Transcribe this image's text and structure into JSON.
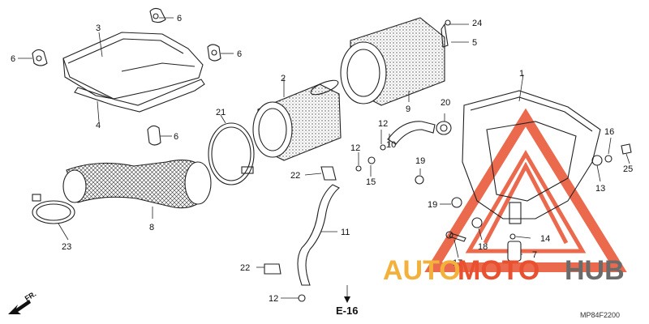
{
  "diagram": {
    "callouts": [
      "1",
      "2",
      "3",
      "4",
      "5",
      "6",
      "6",
      "6",
      "6",
      "7",
      "8",
      "9",
      "10",
      "11",
      "12",
      "12",
      "12",
      "13",
      "14",
      "15",
      "16",
      "17",
      "18",
      "19",
      "19",
      "20",
      "21",
      "22",
      "22",
      "23",
      "24",
      "25"
    ],
    "reference_label": "E-16",
    "direction_label": "FR.",
    "figure_code": "MP84F2200"
  },
  "watermark": {
    "part_a": "AUTO",
    "part_b": "MOTO",
    "part_c": "HUB",
    "color_a": "#f3b13c",
    "color_b": "#e8502f",
    "color_c": "#6b6b6b",
    "logo_color": "#e8502f"
  }
}
